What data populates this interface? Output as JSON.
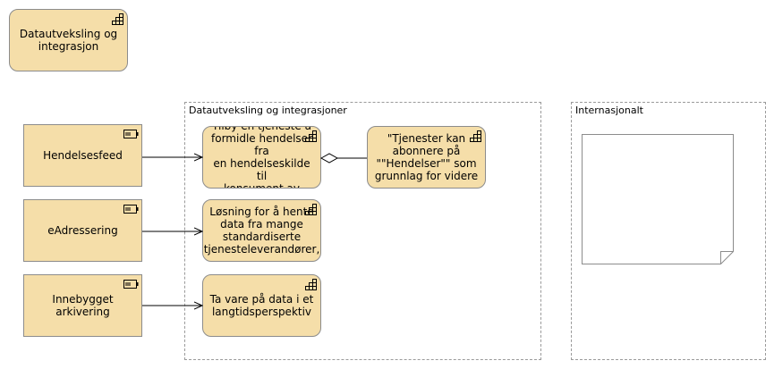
{
  "diagram": {
    "legend_capability": "Datautveksling og\nintegrasjon",
    "groups": {
      "main": "Datautveksling og integrasjoner",
      "international": "Internasjonalt"
    },
    "components": {
      "events_feed": "Hendelsesfeed",
      "eaddressing": "eAdressering",
      "archiving": "Innebygget arkivering"
    },
    "capabilities": {
      "offer_service": "Tilby en tjeneste å\nformidle hendelser fra\nen hendelseskilde til\nkonsument av",
      "fetch_data": "Løsning for å hente\ndata fra mange\nstandardiserte\ntjenesteleverandører,",
      "long_term": "Ta vare på data i et\nlangtidsperspektiv",
      "subscribe": "\"Tjenester kan\nabonnere på\n\"\"Hendelser\"\" som\ngrunnlag for videre"
    },
    "colors": {
      "node_fill": "#f5dea9",
      "node_border": "#8c8c8c",
      "group_border": "#9a9a9a"
    }
  }
}
